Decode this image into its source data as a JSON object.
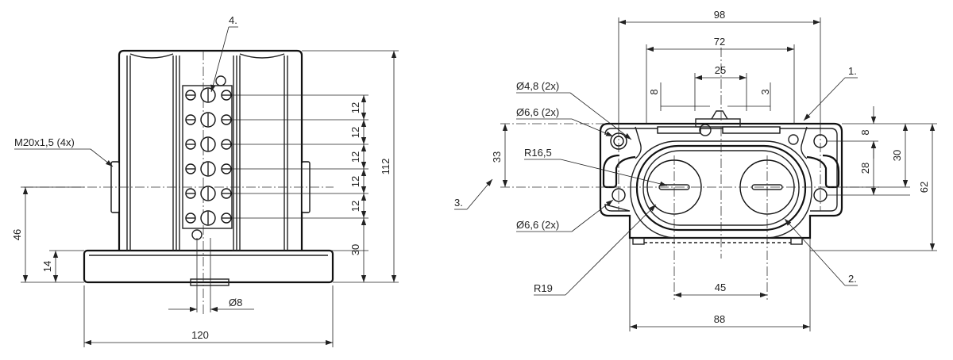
{
  "front_view": {
    "callout_4": "4.",
    "thread_label": "M20x1,5 (4x)",
    "dim_width": "120",
    "dim_height": "112",
    "dim_pitch": "12",
    "dim_bottom": "30",
    "dim_axis_height": "46",
    "dim_base": "14",
    "dim_pin_dia": "Ø8"
  },
  "side_view": {
    "dim_top_outer": "98",
    "dim_top_inner": "72",
    "dim_top_small": "25",
    "dim_left_8": "8",
    "dim_right_3": "3",
    "hole_48": "Ø4,8 (2x)",
    "hole_66_top": "Ø6,6 (2x)",
    "hole_66_bottom": "Ø6,6 (2x)",
    "radius_165": "R16,5",
    "radius_19": "R19",
    "dim_33": "33",
    "callout_1": "1.",
    "callout_2": "2.",
    "callout_3": "3.",
    "dim_right_8": "8",
    "dim_right_28": "28",
    "dim_right_30": "30",
    "dim_right_62": "62",
    "dim_bottom_45": "45",
    "dim_bottom_88": "88"
  }
}
